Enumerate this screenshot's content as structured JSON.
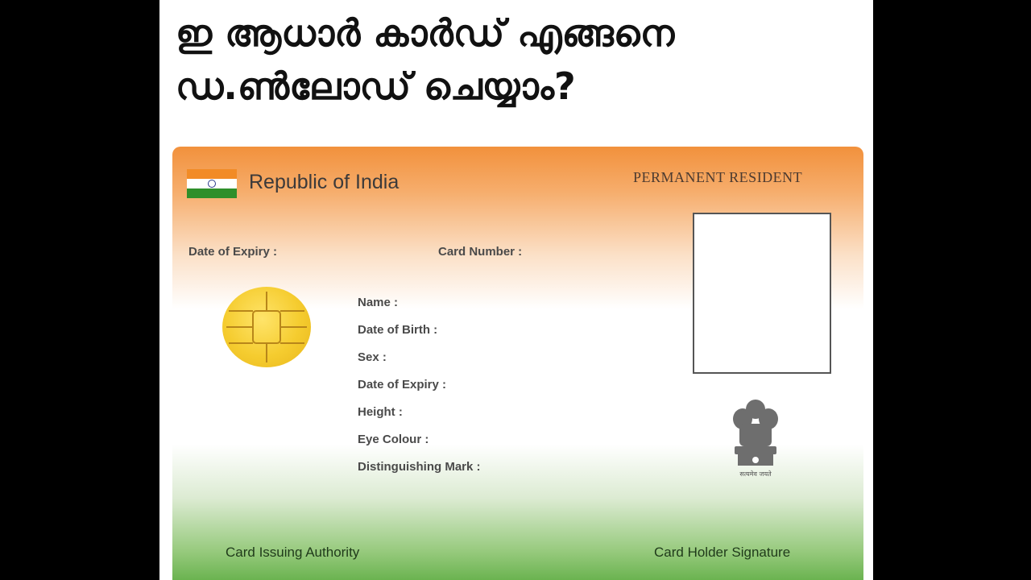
{
  "headline": "ഇ ആധാർ കാർഡ് എങ്ങനെ ഡ.ൺലോഡ് ചെയ്യാം?",
  "card": {
    "country": "Republic of India",
    "badge": "PERMANENT RESIDENT",
    "date_of_expiry_top": "Date of Expiry :",
    "card_number": "Card Number :",
    "fields": [
      "Name :",
      "Date of Birth :",
      "Sex :",
      "Date of Expiry :",
      "Height :",
      "Eye Colour :",
      "Distinguishing Mark :"
    ],
    "issuer": "Card Issuing Authority",
    "signature": "Card Holder Signature",
    "emblem_caption": "सत्यमेव जयते"
  },
  "icons": {
    "flag": "india-flag-icon",
    "chip": "smart-chip-icon",
    "emblem": "national-emblem-icon"
  },
  "colors": {
    "saffron": "#f28b26",
    "green": "#2f8f2a",
    "chip_gold": "#f5cc2f"
  }
}
